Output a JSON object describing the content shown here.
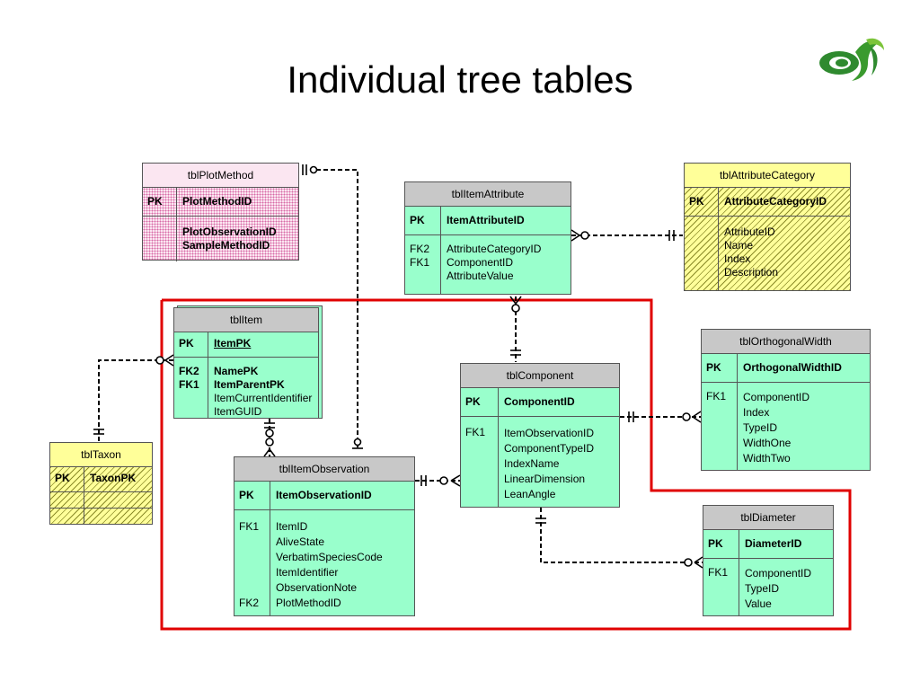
{
  "slide": {
    "title": "Individual tree tables"
  },
  "colors": {
    "highlight_border": "#e00000",
    "entity_fill": "#99ffcc",
    "header_fill": "#c8c8c8"
  },
  "tables": {
    "tblPlotMethod": {
      "name": "tblPlotMethod",
      "pk_label": "PK",
      "pk_field": "PlotMethodID",
      "fields": [
        "PlotObservationID",
        "SampleMethodID"
      ]
    },
    "tblItemAttribute": {
      "name": "tblItemAttribute",
      "pk_label": "PK",
      "pk_field": "ItemAttributeID",
      "keys": [
        "FK2",
        "FK1",
        ""
      ],
      "fields": [
        "AttributeCategoryID",
        "ComponentID",
        "AttributeValue"
      ]
    },
    "tblAttributeCategory": {
      "name": "tblAttributeCategory",
      "pk_label": "PK",
      "pk_field": "AttributeCategoryID",
      "fields": [
        "AttributeID",
        "Name",
        "Index",
        "Description"
      ]
    },
    "tblItem": {
      "name": "tblItem",
      "pk_label": "PK",
      "pk_field": "ItemPK",
      "keys": [
        "FK2",
        "FK1",
        "",
        ""
      ],
      "fields": [
        "NamePK",
        "ItemParentPK",
        "ItemCurrentIdentifier",
        "ItemGUID"
      ]
    },
    "tblOrthogonalWidth": {
      "name": "tblOrthogonalWidth",
      "pk_label": "PK",
      "pk_field": "OrthogonalWidthID",
      "keys": [
        "FK1",
        "",
        "",
        "",
        ""
      ],
      "fields": [
        "ComponentID",
        "Index",
        "TypeID",
        "WidthOne",
        "WidthTwo"
      ]
    },
    "tblComponent": {
      "name": "tblComponent",
      "pk_label": "PK",
      "pk_field": "ComponentID",
      "keys": [
        "FK1",
        "",
        "",
        "",
        ""
      ],
      "fields": [
        "ItemObservationID",
        "ComponentTypeID",
        "IndexName",
        "LinearDimension",
        "LeanAngle"
      ]
    },
    "tblTaxon": {
      "name": "tblTaxon",
      "pk_label": "PK",
      "pk_field": "TaxonPK"
    },
    "tblItemObservation": {
      "name": "tblItemObservation",
      "pk_label": "PK",
      "pk_field": "ItemObservationID",
      "keys": [
        "FK1",
        "",
        "",
        "",
        "",
        "FK2"
      ],
      "fields": [
        "ItemID",
        "AliveState",
        "VerbatimSpeciesCode",
        "ItemIdentifier",
        "ObservationNote",
        "PlotMethodID"
      ]
    },
    "tblDiameter": {
      "name": "tblDiameter",
      "pk_label": "PK",
      "pk_field": "DiameterID",
      "keys": [
        "FK1",
        "",
        ""
      ],
      "fields": [
        "ComponentID",
        "TypeID",
        "Value"
      ]
    }
  }
}
